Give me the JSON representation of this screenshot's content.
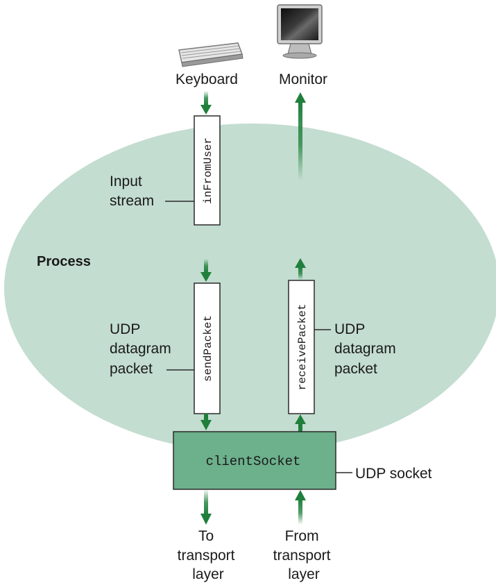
{
  "devices": {
    "keyboard_label": "Keyboard",
    "monitor_label": "Monitor"
  },
  "process": {
    "label": "Process"
  },
  "streams": {
    "input_stream_name": "inFromUser",
    "input_stream_caption": [
      "Input",
      "stream"
    ]
  },
  "packets": {
    "send_name": "sendPacket",
    "receive_name": "receivePacket",
    "send_caption": [
      "UDP",
      "datagram",
      "packet"
    ],
    "receive_caption": [
      "UDP",
      "datagram",
      "packet"
    ]
  },
  "socket": {
    "name": "clientSocket",
    "caption": "UDP socket"
  },
  "transport": {
    "to_caption": [
      "To",
      "transport",
      "layer"
    ],
    "from_caption": [
      "From",
      "transport",
      "layer"
    ]
  },
  "colors": {
    "process_fill": "#c3ddd0",
    "socket_fill": "#6cb08c",
    "arrow": "#1f7f3b"
  }
}
